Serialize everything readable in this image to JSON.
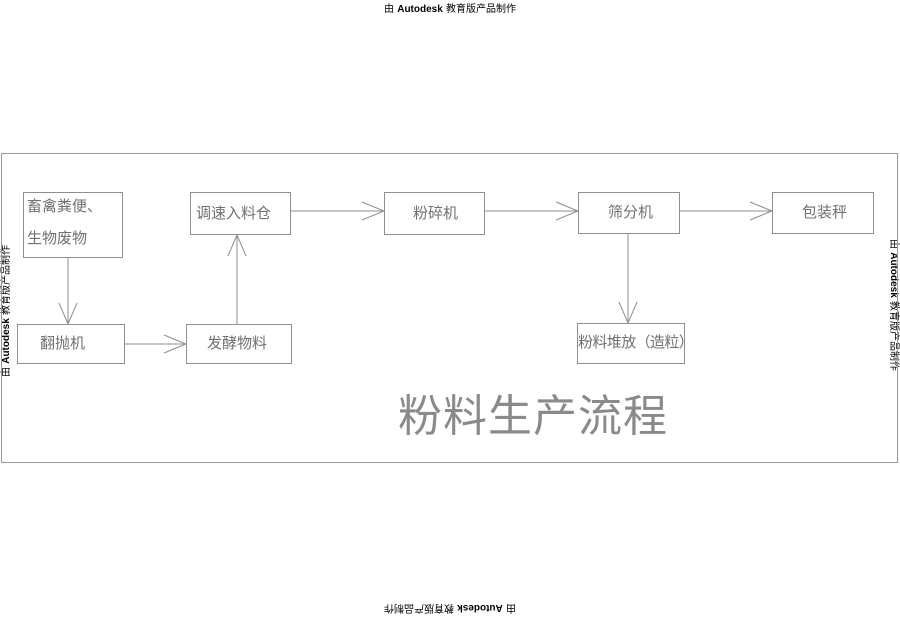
{
  "watermark": {
    "prefix": "由",
    "brand": "Autodesk",
    "suffix": "教育版产品制作"
  },
  "nodes": {
    "livestock_waste": {
      "line1": "畜禽粪便、",
      "line2": "生物废物"
    },
    "turner": "翻抛机",
    "fermented": "发酵物料",
    "feed_bin": "调速入料仓",
    "crusher": "粉碎机",
    "screener": "筛分机",
    "packing_scale": "包装秤",
    "powder_pile": "粉料堆放（造粒）"
  },
  "diagram_title": "粉料生产流程"
}
